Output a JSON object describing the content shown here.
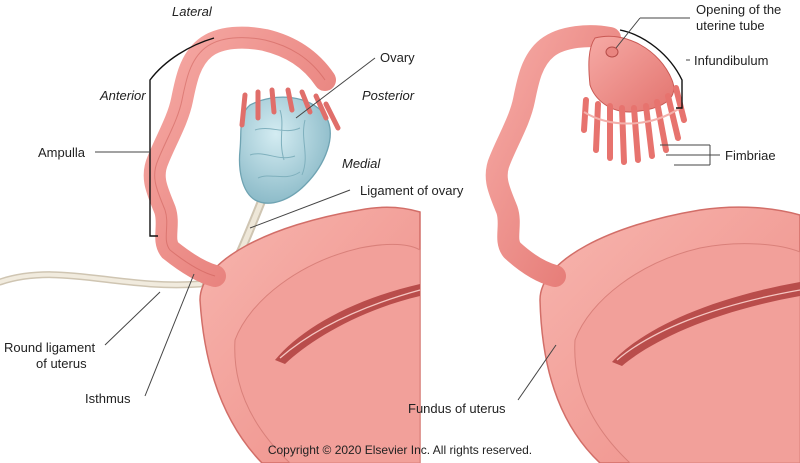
{
  "left_figure": {
    "orientation": {
      "lateral": "Lateral",
      "anterior": "Anterior",
      "posterior": "Posterior",
      "medial": "Medial"
    },
    "labels": {
      "ovary": "Ovary",
      "ampulla": "Ampulla",
      "ligament_of_ovary": "Ligament of ovary",
      "round_ligament_line1": "Round ligament",
      "round_ligament_line2": "of uterus",
      "isthmus": "Isthmus"
    }
  },
  "right_figure": {
    "labels": {
      "opening_line1": "Opening of the",
      "opening_line2": "uterine tube",
      "infundibulum": "Infundibulum",
      "fimbriae": "Fimbriae",
      "fundus": "Fundus of uterus"
    }
  },
  "copyright": "Copyright © 2020 Elsevier Inc. All rights reserved.",
  "colors": {
    "tube": "#ef8a86",
    "tube_dark": "#c95954",
    "uterus": "#f4a6a0",
    "uterus_inner": "#e88a85",
    "ovary": "#a9cfd9",
    "ligament": "#e8e0cf"
  }
}
